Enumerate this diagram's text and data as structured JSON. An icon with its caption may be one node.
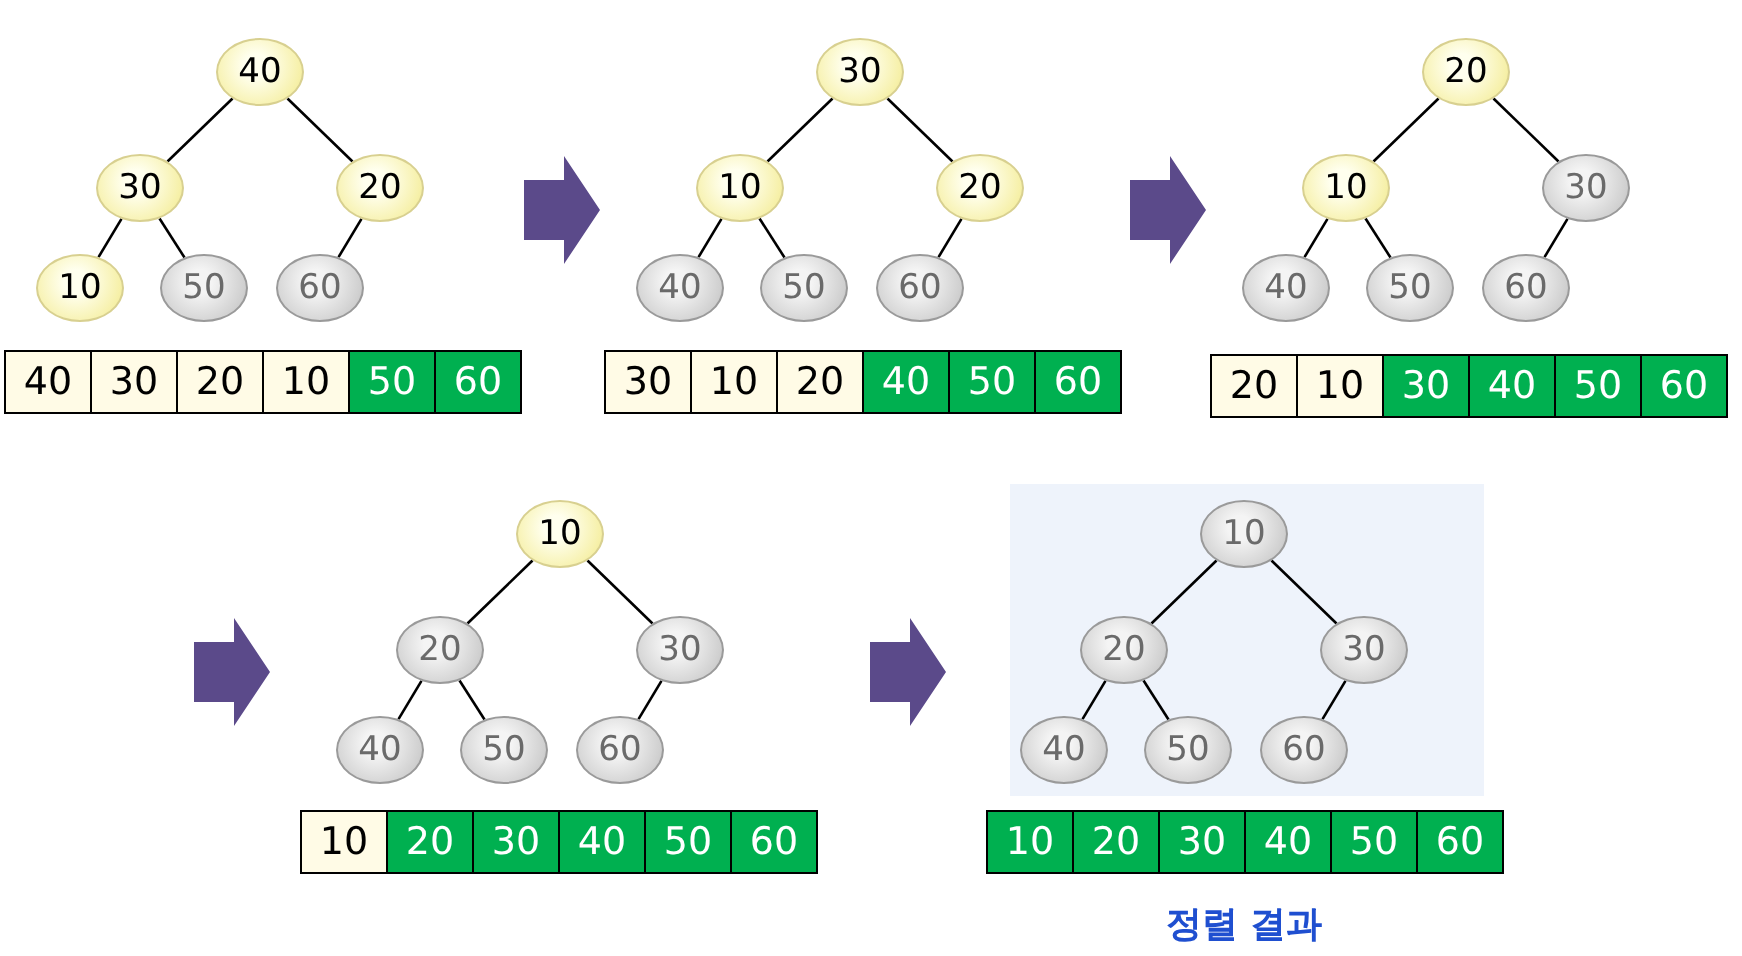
{
  "diagram": {
    "nodes": [
      {
        "text": [
          "40"
        ]
      },
      {
        "text": [
          "30"
        ]
      },
      {
        "text": [
          "20"
        ]
      },
      {
        "text": [
          "10"
        ]
      },
      {
        "text": [
          "50"
        ]
      },
      {
        "text": [
          "60"
        ]
      },
      {
        "text": [
          "30"
        ]
      },
      {
        "text": [
          "10"
        ]
      },
      {
        "text": [
          "20"
        ]
      },
      {
        "text": [
          "40"
        ]
      },
      {
        "text": [
          "50"
        ]
      },
      {
        "text": [
          "60"
        ]
      },
      {
        "text": [
          "20"
        ]
      },
      {
        "text": [
          "10"
        ]
      },
      {
        "text": [
          "30"
        ]
      },
      {
        "text": [
          "40"
        ]
      },
      {
        "text": [
          "50"
        ]
      },
      {
        "text": [
          "60"
        ]
      },
      {
        "text": [
          "10"
        ]
      },
      {
        "text": [
          "20"
        ]
      },
      {
        "text": [
          "30"
        ]
      },
      {
        "text": [
          "40"
        ]
      },
      {
        "text": [
          "50"
        ]
      },
      {
        "text": [
          "60"
        ]
      },
      {
        "text": [
          "10"
        ]
      },
      {
        "text": [
          "20"
        ]
      },
      {
        "text": [
          "30"
        ]
      },
      {
        "text": [
          "40"
        ]
      },
      {
        "text": [
          "50"
        ]
      },
      {
        "text": [
          "60"
        ]
      }
    ],
    "edges": [
      {
        "from": 0,
        "to": 1,
        "arrow": "none"
      },
      {
        "from": 0,
        "to": 2,
        "arrow": "none"
      },
      {
        "from": 1,
        "to": 3,
        "arrow": "none"
      },
      {
        "from": 1,
        "to": 4,
        "arrow": "none"
      },
      {
        "from": 2,
        "to": 5,
        "arrow": "none"
      },
      {
        "from": 6,
        "to": 7,
        "arrow": "none"
      },
      {
        "from": 6,
        "to": 8,
        "arrow": "none"
      },
      {
        "from": 7,
        "to": 9,
        "arrow": "none"
      },
      {
        "from": 7,
        "to": 10,
        "arrow": "none"
      },
      {
        "from": 8,
        "to": 11,
        "arrow": "none"
      },
      {
        "from": 12,
        "to": 13,
        "arrow": "none"
      },
      {
        "from": 12,
        "to": 14,
        "arrow": "none"
      },
      {
        "from": 13,
        "to": 15,
        "arrow": "none"
      },
      {
        "from": 13,
        "to": 16,
        "arrow": "none"
      },
      {
        "from": 14,
        "to": 17,
        "arrow": "none"
      },
      {
        "from": 18,
        "to": 19,
        "arrow": "none"
      },
      {
        "from": 18,
        "to": 20,
        "arrow": "none"
      },
      {
        "from": 19,
        "to": 21,
        "arrow": "none"
      },
      {
        "from": 19,
        "to": 22,
        "arrow": "none"
      },
      {
        "from": 20,
        "to": 23,
        "arrow": "none"
      },
      {
        "from": 24,
        "to": 25,
        "arrow": "none"
      },
      {
        "from": 24,
        "to": 26,
        "arrow": "none"
      },
      {
        "from": 25,
        "to": 27,
        "arrow": "none"
      },
      {
        "from": 25,
        "to": 28,
        "arrow": "none"
      },
      {
        "from": 26,
        "to": 29,
        "arrow": "none"
      }
    ],
    "labels": [
      "40",
      "30",
      "20",
      "10",
      "50",
      "60",
      "30",
      "10",
      "20",
      "40",
      "50",
      "60",
      "20",
      "10",
      "30",
      "40",
      "50",
      "60",
      "10",
      "20",
      "30",
      "40",
      "50",
      "60",
      "10",
      "20",
      "30",
      "40",
      "50",
      "60",
      "정렬 결과"
    ]
  }
}
